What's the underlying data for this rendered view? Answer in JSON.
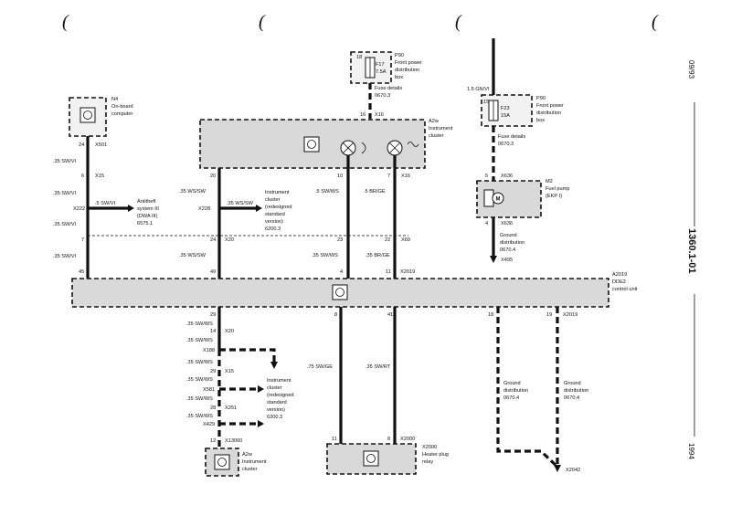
{
  "header": {
    "date": "09/93",
    "page_number": "1360.1-01",
    "year": "1994",
    "parens": [
      "(",
      "(",
      "(",
      "("
    ]
  },
  "components": {
    "n4": {
      "id": "N4",
      "line1": "On-board",
      "line2": "computer"
    },
    "p90_left": {
      "id": "P90",
      "line1": "Front power",
      "line2": "distribution",
      "line3": "box",
      "fuse": "F17",
      "amp": "7.5A",
      "pin": "18",
      "fuse_details": "Fuse details",
      "fuse_ref": "0670.3"
    },
    "p90_right": {
      "id": "P90",
      "line1": "Front power",
      "line2": "distribution",
      "line3": "box",
      "fuse": "F23",
      "amp": "15A",
      "pin": "15",
      "fuse_details": "Fuse details",
      "fuse_ref": "0670.3"
    },
    "a2w_top": {
      "id": "A2w",
      "line1": "Instrument",
      "line2": "cluster"
    },
    "m2": {
      "id": "M2",
      "line1": "Fuel pump",
      "line2": "(EKP I)"
    },
    "a2019": {
      "id": "A2019",
      "line1": "DDE2",
      "line2": "control unit"
    },
    "antitheft": {
      "line1": "Antitheft",
      "line2": "system III",
      "line3": "(DWA III)",
      "ref": "6575.1"
    },
    "inst_top": {
      "line1": "Instrument",
      "line2": "cluster",
      "line3": "(redesigned",
      "line4": "standard",
      "line5": "version)",
      "ref": "6200.3"
    },
    "inst_bottom": {
      "line1": "Instrument",
      "line2": "cluster",
      "line3": "(redesigned",
      "line4": "standard",
      "line5": "version)",
      "ref": "6200.3"
    },
    "a2w_bottom": {
      "id": "A2w",
      "line1": "Instrument",
      "line2": "cluster"
    },
    "x2000": {
      "id": "X2000",
      "line1": "Heater plug",
      "line2": "relay"
    },
    "ground_top": {
      "line1": "Ground",
      "line2": "distribution",
      "ref": "0670.4"
    },
    "ground_left": {
      "line1": "Ground",
      "line2": "distribution",
      "ref": "0670.4"
    },
    "ground_right": {
      "line1": "Ground",
      "line2": "distribution",
      "ref": "0670.4"
    }
  },
  "wires": {
    "w_sw_vi_1": ".35 SW/VI",
    "w_sw_vi_2": ".35 SW/VI",
    "w_sw_vi_3": ".35 SW/VI",
    "w_sw_vi_4": ".35 SW/VI",
    "w_sw_vi_branch": ".5 SW/VI",
    "w_ws_sw_1": ".35 WS/SW",
    "w_ws_sw_2": ".35 WS/SW",
    "w_ws_sw_3": ".35 WS/SW",
    "w_sw_ws_a": ".5 SW/WS",
    "w_sw_ws_b": ".35 SW/WS",
    "w_br_ge_a": ".5 BR/GE",
    "w_br_ge_b": ".35 BR/GE",
    "w_gn_vi": "1.5 GN/VI",
    "w_b1": ".35 SW/WS",
    "w_b2": ".35 SW/WS",
    "w_b3": ".35 SW/WS",
    "w_b4": ".35 SW/WS",
    "w_b5": ".35 SW/WS",
    "w_b6": ".35 SW/WS",
    "w_sw_ge": ".75 SW/GE",
    "w_sw_rt": ".35 SW/RT"
  },
  "connectors": {
    "x501": "X501",
    "x15a": "X15",
    "x222": "X222",
    "x228": "X228",
    "x20a": "X20",
    "x16a": "X16",
    "x16b": "X16",
    "x69": "X69",
    "x2019a": "X2019",
    "x636a": "X636",
    "x636b": "X636",
    "x495": "X495",
    "x20b": "X20",
    "x188": "X188",
    "x15b": "X15",
    "x581": "X581",
    "x251": "X251",
    "x429": "X429",
    "x13060": "X13060",
    "x2000b": "X2000",
    "x2019b": "X2019",
    "x2042": "X2042"
  },
  "pins": {
    "p24": "24",
    "p6": "6",
    "p7": "7",
    "p45": "45",
    "p20": "20",
    "p24b": "24",
    "p49": "49",
    "p16": "16",
    "p10": "10",
    "p7b": "7",
    "p23": "23",
    "p22": "22",
    "p4": "4",
    "p11": "11",
    "p5": "5",
    "p4b": "4",
    "p29": "29",
    "p14": "14",
    "p29b": "29",
    "p28": "28",
    "p12": "12",
    "p8": "8",
    "p41": "41",
    "p11b": "11",
    "p8b": "8",
    "p18": "18",
    "p19": "19"
  }
}
